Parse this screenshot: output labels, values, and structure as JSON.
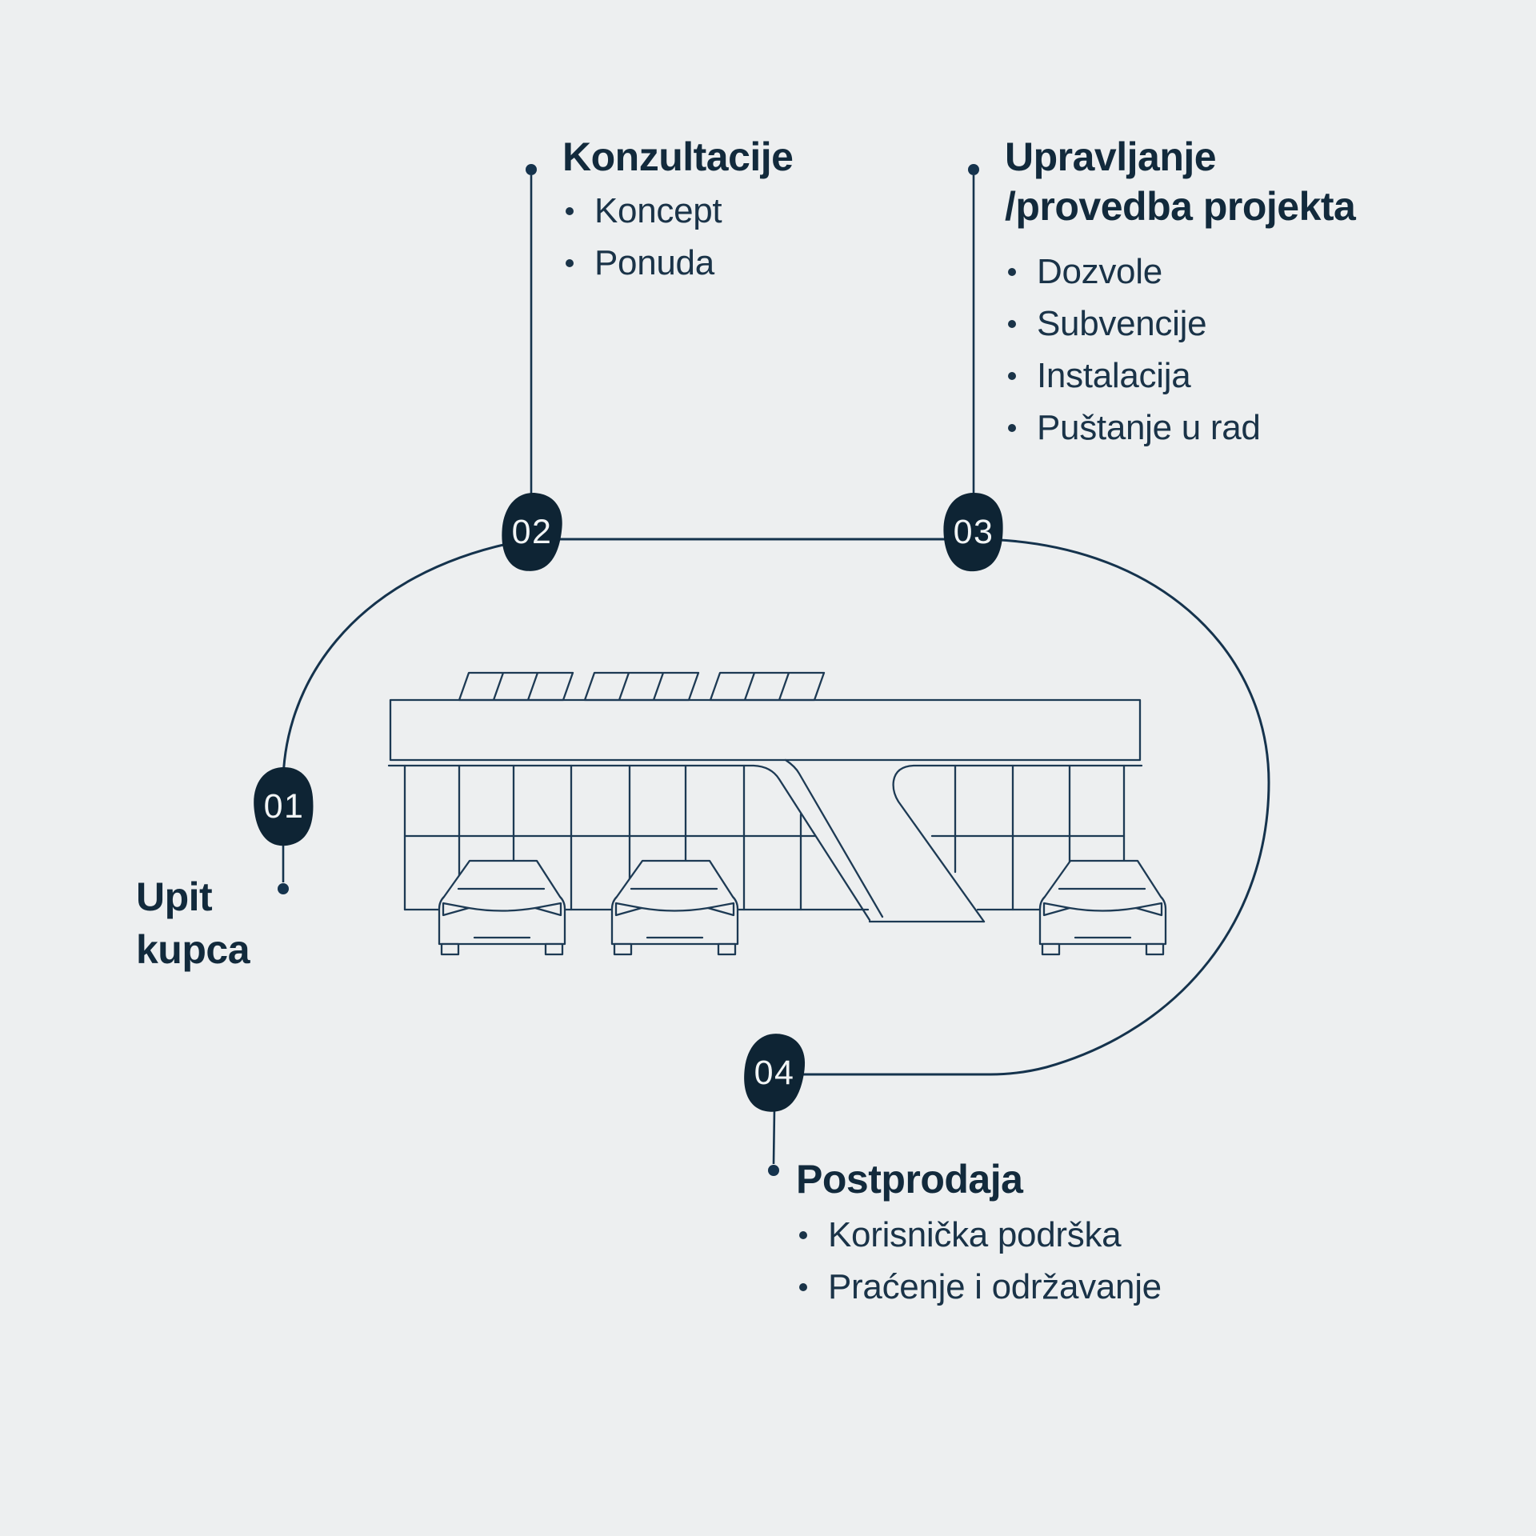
{
  "colors": {
    "background": "#edeff0",
    "ink": "#132b3d",
    "illustration_line": "#1d3a54",
    "node_fill": "#0e2434",
    "node_text": "#f2f5f6"
  },
  "diagram": {
    "type": "process-loop",
    "illustration": "car-dealership-canopy-with-solar-panels-and-three-cars"
  },
  "steps": [
    {
      "number": "01",
      "title_lines": [
        "Upit",
        "kupca"
      ],
      "bullets": []
    },
    {
      "number": "02",
      "title_lines": [
        "Konzultacije"
      ],
      "bullets": [
        "Koncept",
        "Ponuda"
      ]
    },
    {
      "number": "03",
      "title_lines": [
        "Upravljanje",
        "/provedba projekta"
      ],
      "bullets": [
        "Dozvole",
        "Subvencije",
        "Instalacija",
        "Puštanje u rad"
      ]
    },
    {
      "number": "04",
      "title_lines": [
        "Postprodaja"
      ],
      "bullets": [
        "Korisnička podrška",
        "Praćenje i održavanje"
      ]
    }
  ]
}
